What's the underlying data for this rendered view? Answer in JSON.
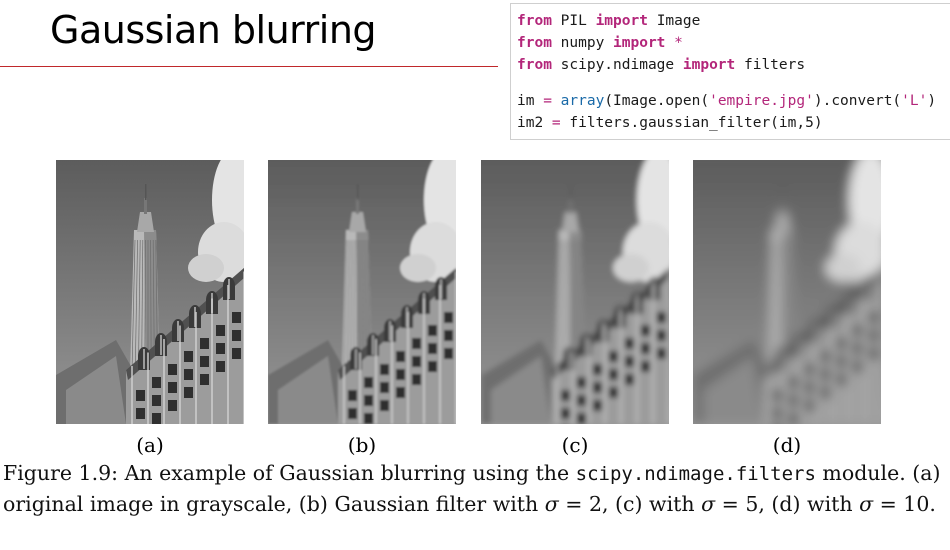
{
  "slide": {
    "title": "Gaussian blurring"
  },
  "code": {
    "line1": {
      "kw1": "from",
      "mod": " PIL ",
      "kw2": "import",
      "rest": " Image"
    },
    "line2": {
      "kw1": "from",
      "mod": " numpy ",
      "kw2": "import",
      "rest": " *"
    },
    "line3": {
      "kw1": "from",
      "mod": " scipy.ndimage ",
      "kw2": "import",
      "rest": " filters"
    },
    "line4": {
      "lhs": "im ",
      "eq": "=",
      "fn": " array",
      "mid": "(Image.open(",
      "str": "'empire.jpg'",
      "mid2": ").convert(",
      "str2": "'L'",
      "end": ")"
    },
    "line5": {
      "lhs": "im2 ",
      "eq": "=",
      "rest": " filters.gaussian_filter(im,5)"
    }
  },
  "figure": {
    "panels": [
      {
        "label": "(a)",
        "blur": 0
      },
      {
        "label": "(b)",
        "blur": 2
      },
      {
        "label": "(c)",
        "blur": 5
      },
      {
        "label": "(d)",
        "blur": 10
      }
    ],
    "caption": {
      "part1": "Figure 1.9: An example of Gaussian blurring using the ",
      "module": "scipy.ndimage.filters",
      "part2": " module. (a) original image in grayscale, (b) Gaussian filter with ",
      "sigma": "σ",
      "eq2": " = 2, (c) with ",
      "eq5": " = 5, (d) with ",
      "eq10": " = 10."
    }
  }
}
